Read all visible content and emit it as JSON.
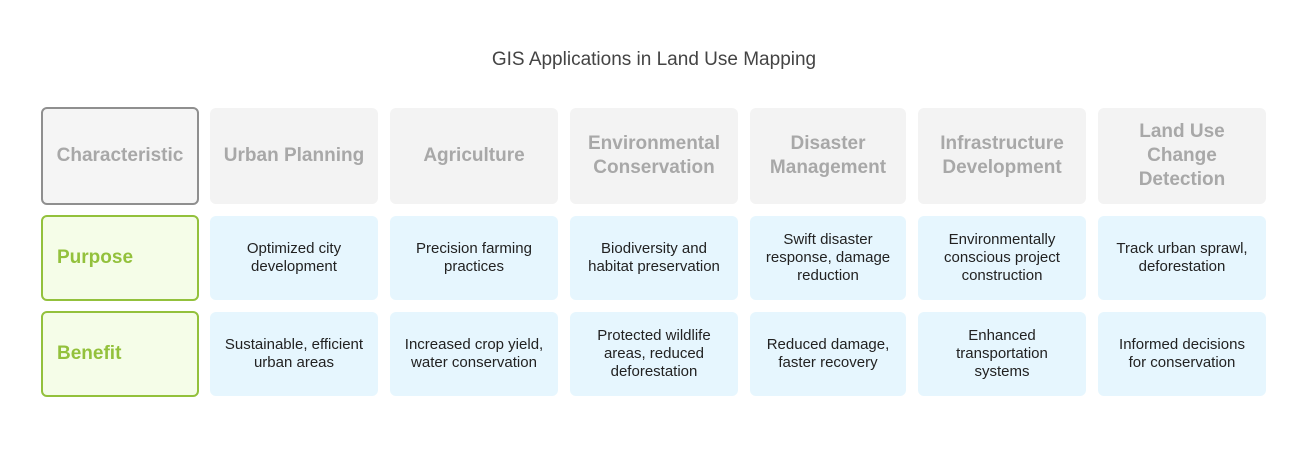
{
  "title": "GIS Applications in Land Use Mapping",
  "header": {
    "characteristic": "Characteristic",
    "columns": [
      "Urban Planning",
      "Agriculture",
      "Environmental Conservation",
      "Disaster Management",
      "Infrastructure Development",
      "Land Use Change Detection"
    ]
  },
  "rows": [
    {
      "label": "Purpose",
      "cells": [
        "Optimized city development",
        "Precision farming practices",
        "Biodiversity and habitat preservation",
        "Swift disaster response, damage reduction",
        "Environmentally conscious project construction",
        "Track urban sprawl, deforestation"
      ]
    },
    {
      "label": "Benefit",
      "cells": [
        "Sustainable, efficient urban areas",
        "Increased crop yield, water conservation",
        "Protected wildlife areas, reduced deforestation",
        "Reduced damage, faster recovery",
        "Enhanced transportation systems",
        "Informed decisions for conservation"
      ]
    }
  ],
  "colors": {
    "header_bg": "#f3f3f3",
    "header_text": "#a8a8a8",
    "label_bg": "#f5fde8",
    "label_accent": "#93c13c",
    "cell_bg": "#e6f6fe"
  }
}
